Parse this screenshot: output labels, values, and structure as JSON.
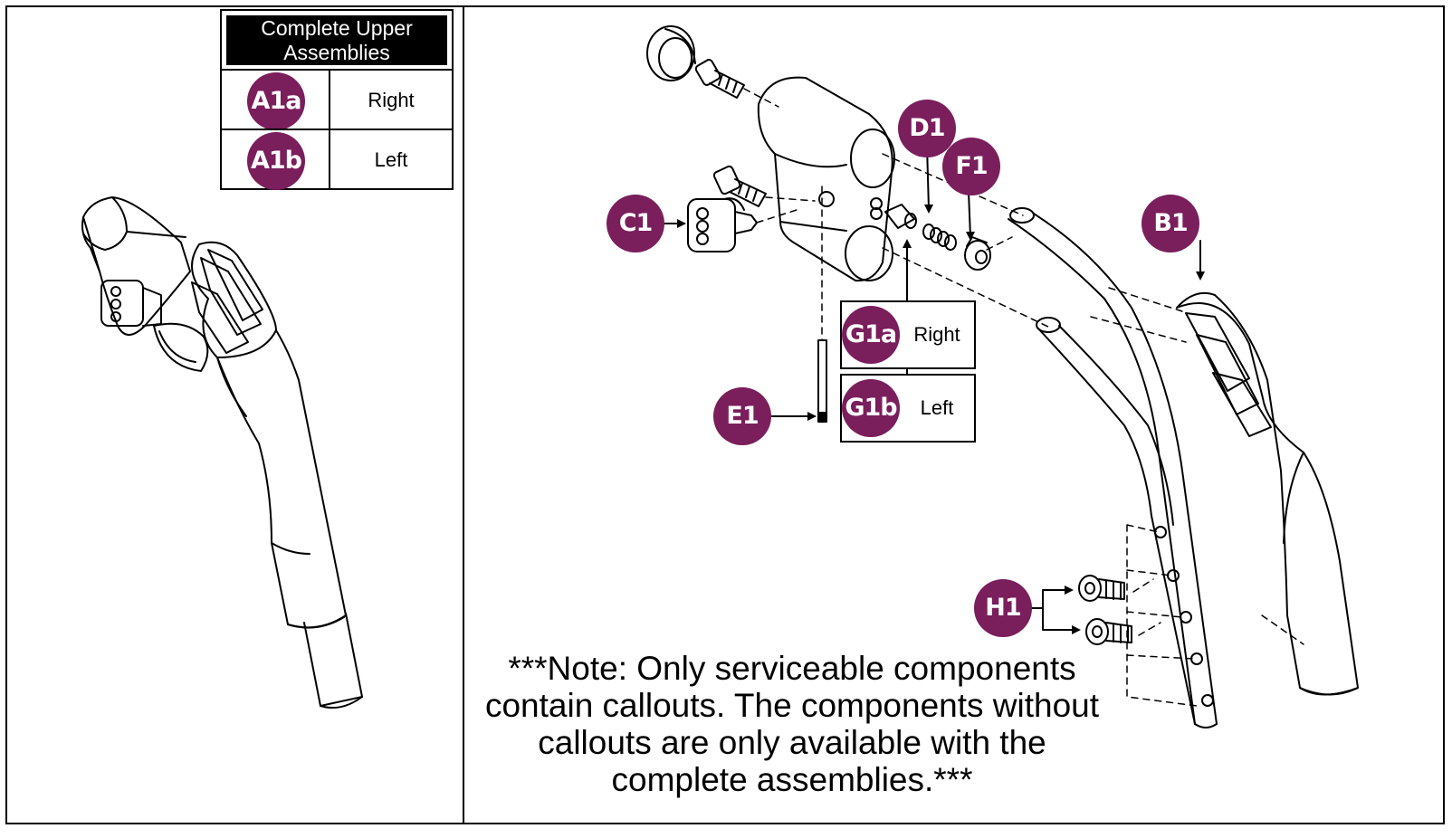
{
  "assemblies_table": {
    "header": "Complete Upper Assemblies",
    "rows": [
      {
        "callout": "A1a",
        "side": "Right"
      },
      {
        "callout": "A1b",
        "side": "Left"
      }
    ]
  },
  "callouts": {
    "B1": "B1",
    "C1": "C1",
    "D1": "D1",
    "E1": "E1",
    "F1": "F1",
    "H1": "H1"
  },
  "g1_table": {
    "rows": [
      {
        "callout": "G1a",
        "side": "Right"
      },
      {
        "callout": "G1b",
        "side": "Left"
      }
    ]
  },
  "note": "***Note: Only serviceable components contain callouts. The components without callouts are only available with the complete assemblies.***",
  "colors": {
    "callout_fill": "#7a1e5c",
    "line": "#000000",
    "background": "#ffffff"
  }
}
